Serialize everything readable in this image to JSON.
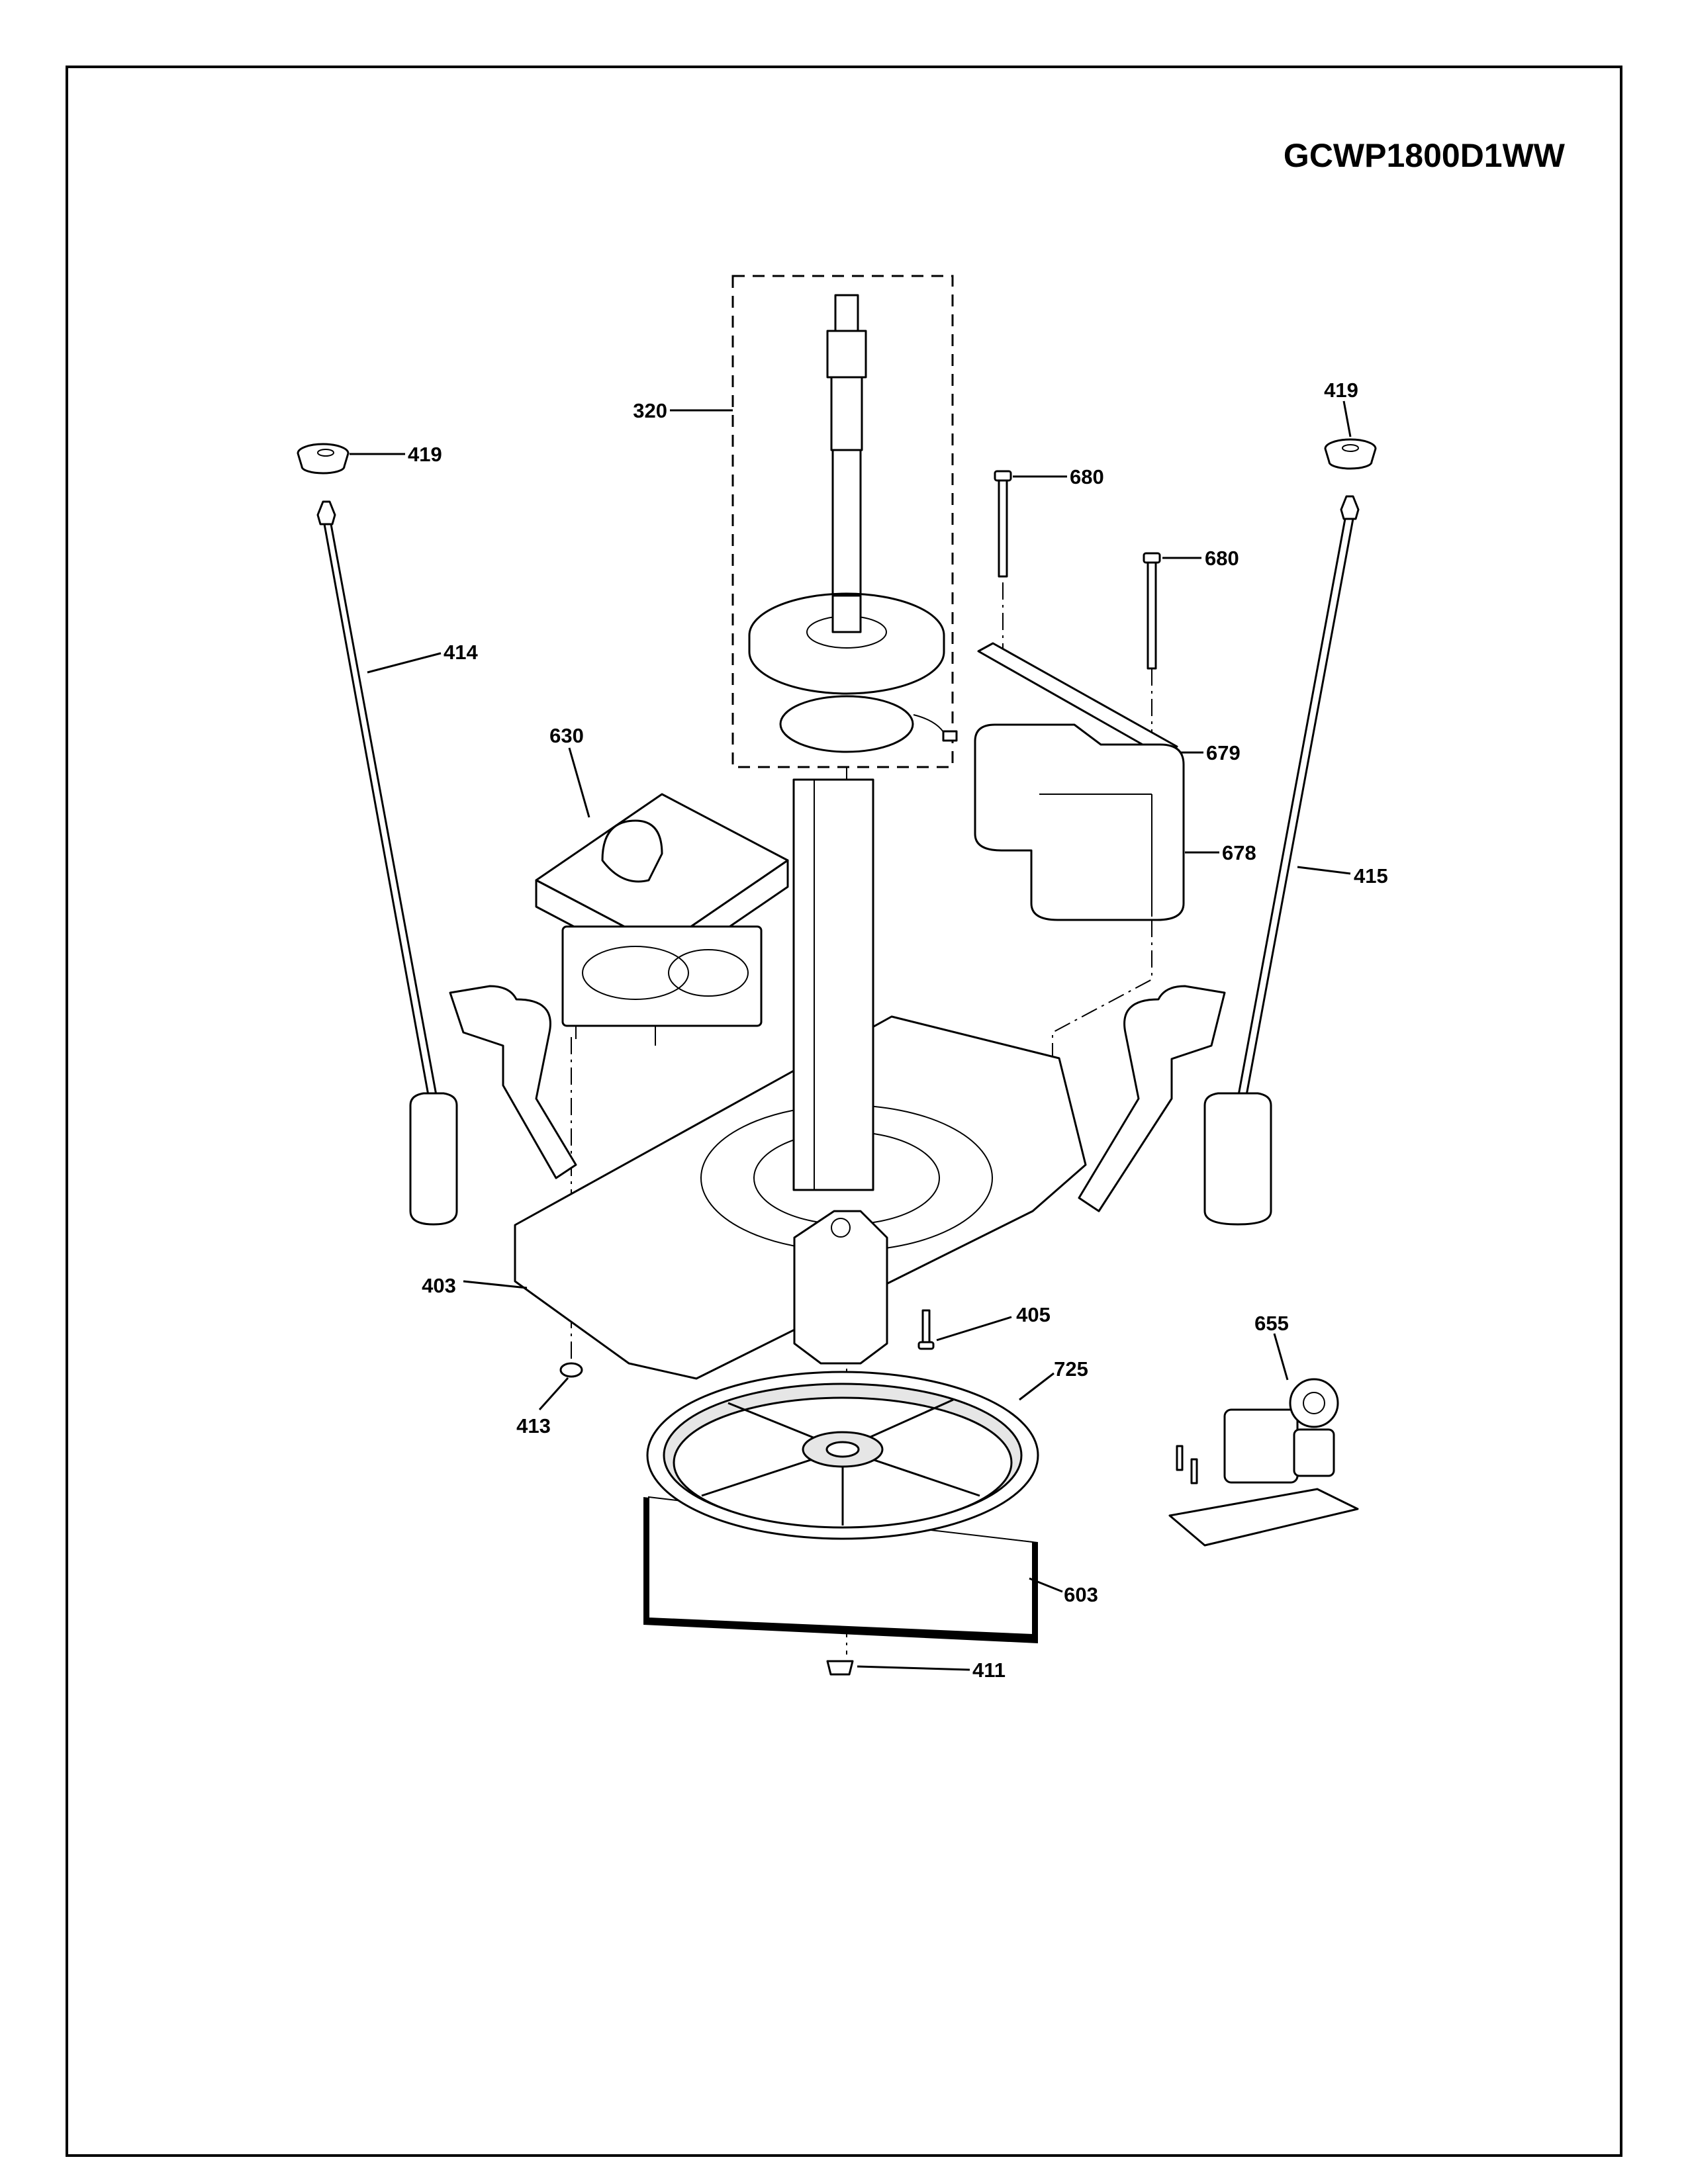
{
  "model_number": "GCWP1800D1WW",
  "callouts": {
    "c320": "320",
    "c419_left": "419",
    "c419_right": "419",
    "c680_a": "680",
    "c680_b": "680",
    "c414": "414",
    "c630": "630",
    "c679": "679",
    "c678": "678",
    "c415": "415",
    "c403": "403",
    "c405": "405",
    "c655": "655",
    "c725": "725",
    "c413": "413",
    "c603": "603",
    "c411": "411"
  }
}
